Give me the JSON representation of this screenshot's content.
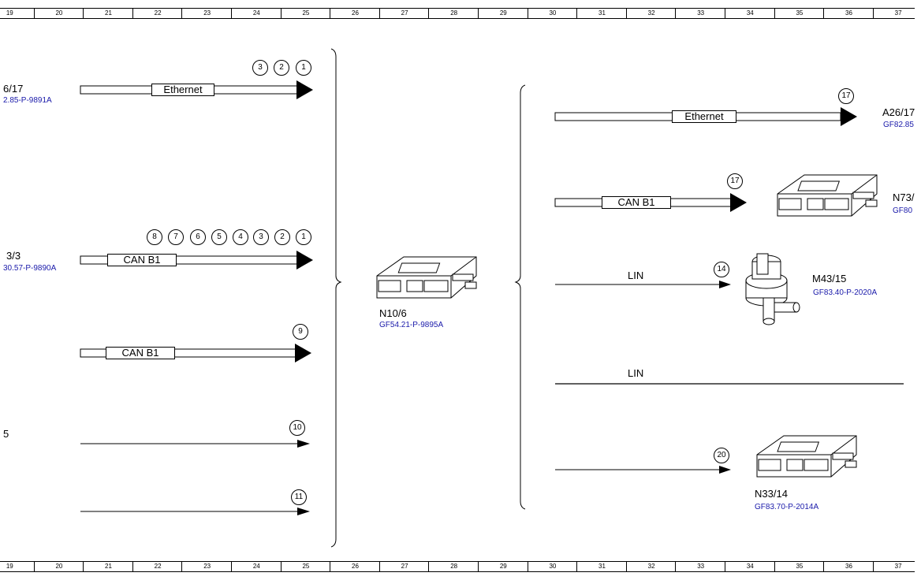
{
  "ruler": [
    "19",
    "20",
    "21",
    "22",
    "23",
    "24",
    "25",
    "26",
    "27",
    "28",
    "29",
    "30",
    "31",
    "32",
    "33",
    "34",
    "35",
    "36",
    "37"
  ],
  "left": {
    "row1": {
      "label": "6/17",
      "ref": "2.85-P-9891A",
      "bus": "Ethernet",
      "circles": [
        "3",
        "2",
        "1"
      ]
    },
    "row2": {
      "label": "3/3",
      "ref": "30.57-P-9890A",
      "bus": "CAN B1",
      "circles": [
        "8",
        "7",
        "6",
        "5",
        "4",
        "3",
        "2",
        "1"
      ]
    },
    "row3": {
      "bus": "CAN B1",
      "circles": [
        "9"
      ]
    },
    "row4": {
      "label": "5",
      "circles": [
        "10"
      ]
    },
    "row5": {
      "circles": [
        "11"
      ]
    }
  },
  "center": {
    "label": "N10/6",
    "ref": "GF54.21-P-9895A"
  },
  "right": {
    "row1": {
      "bus": "Ethernet",
      "circle": "17",
      "label": "A26/17",
      "ref": "GF82.85"
    },
    "row2": {
      "bus": "CAN B1",
      "circle": "17",
      "label": "N73/",
      "ref": "GF80"
    },
    "row3": {
      "bus": "LIN",
      "circle": "14",
      "label": "M43/15",
      "ref": "GF83.40-P-2020A"
    },
    "row4": {
      "bus": "LIN"
    },
    "row5": {
      "circle": "20",
      "label": "N33/14",
      "ref": "GF83.70-P-2014A"
    }
  },
  "colors": {
    "ref_text": "#1a1aaa",
    "line": "#000000"
  },
  "icons": [
    "control-unit-icon",
    "actuator-motor-icon",
    "arrow-right-icon"
  ]
}
